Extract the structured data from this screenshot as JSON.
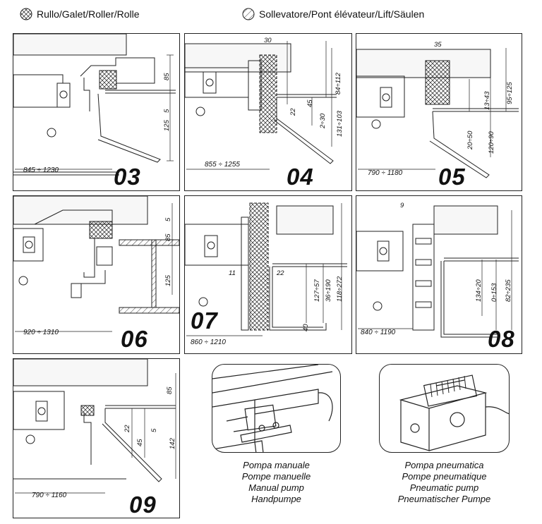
{
  "legend": {
    "roller": "Rullo/Galet/Roller/Rolle",
    "lift": "Sollevatore/Pont élévateur/Lift/Säulen"
  },
  "panels": {
    "p03": {
      "number": "03",
      "range": "845 ÷ 1230",
      "dims": [
        "85",
        "5",
        "125"
      ]
    },
    "p04": {
      "number": "04",
      "range": "855 ÷ 1255",
      "dims": [
        "30",
        "84÷112",
        "22",
        "45",
        "2÷30",
        "131÷103"
      ]
    },
    "p05": {
      "number": "05",
      "range": "790 ÷ 1180",
      "dims": [
        "35",
        "95÷125",
        "13÷43",
        "20÷50",
        "120÷90"
      ]
    },
    "p06": {
      "number": "06",
      "range": "920 ÷ 1310",
      "dims": [
        "5",
        "85",
        "125"
      ]
    },
    "p07": {
      "number": "07",
      "range": "860 ÷ 1210",
      "dims": [
        "11",
        "22",
        "127÷57",
        "36÷190",
        "118÷272",
        "40"
      ]
    },
    "p08": {
      "number": "08",
      "range": "840 ÷ 1190",
      "dims": [
        "9",
        "134÷20",
        "0÷153",
        "82÷235"
      ]
    },
    "p09": {
      "number": "09",
      "range": "790 ÷ 1160",
      "dims": [
        "85",
        "22",
        "5",
        "45",
        "142"
      ]
    }
  },
  "pumps": {
    "manual": [
      "Pompa manuale",
      "Pompe manuelle",
      "Manual pump",
      "Handpumpe"
    ],
    "pneumatic": [
      "Pompa pneumatica",
      "Pompe pneumatique",
      "Pneumatic pump",
      "Pneumatischer Pumpe"
    ]
  }
}
